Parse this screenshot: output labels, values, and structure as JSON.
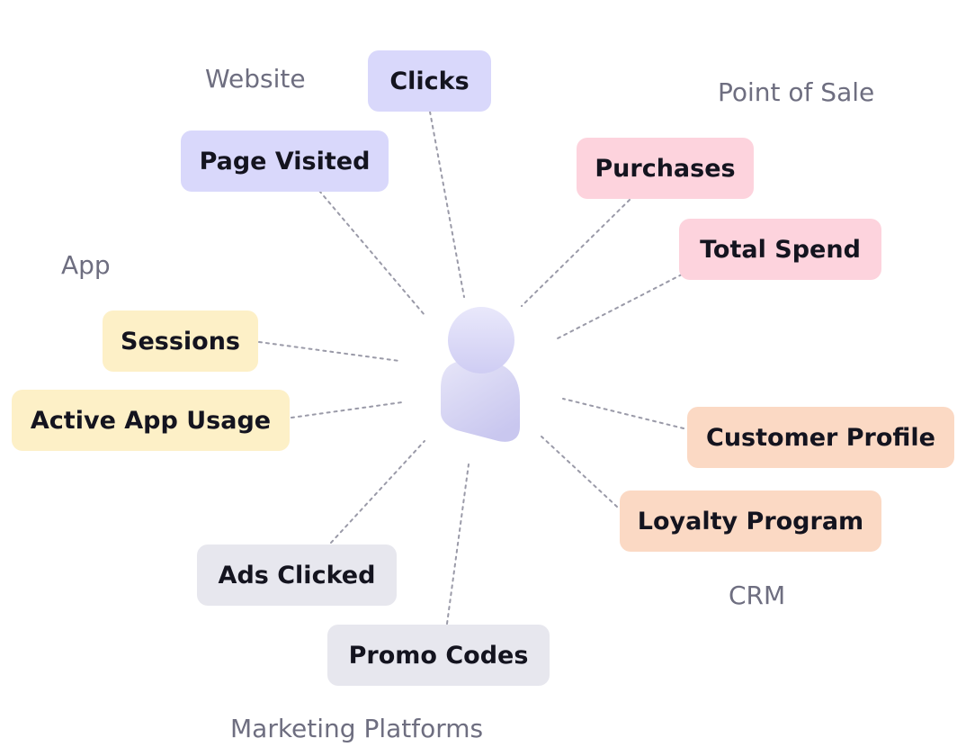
{
  "groups": {
    "website": "Website",
    "pos": "Point of Sale",
    "app": "App",
    "crm": "CRM",
    "marketing": "Marketing Platforms"
  },
  "nodes": {
    "clicks": "Clicks",
    "page_visited": "Page Visited",
    "purchases": "Purchases",
    "total_spend": "Total Spend",
    "sessions": "Sessions",
    "active_app_usage": "Active App Usage",
    "customer_profile": "Customer Profile",
    "loyalty_program": "Loyalty Program",
    "ads_clicked": "Ads Clicked",
    "promo_codes": "Promo Codes"
  },
  "icon": "user-icon",
  "colors": {
    "website": "#d9d8fb",
    "pos": "#fdd3dd",
    "app": "#fdf0c7",
    "crm": "#fbd9c4",
    "marketing": "#e7e7ee",
    "connector": "#9a9aa8",
    "avatar": "#d4d3f2"
  }
}
